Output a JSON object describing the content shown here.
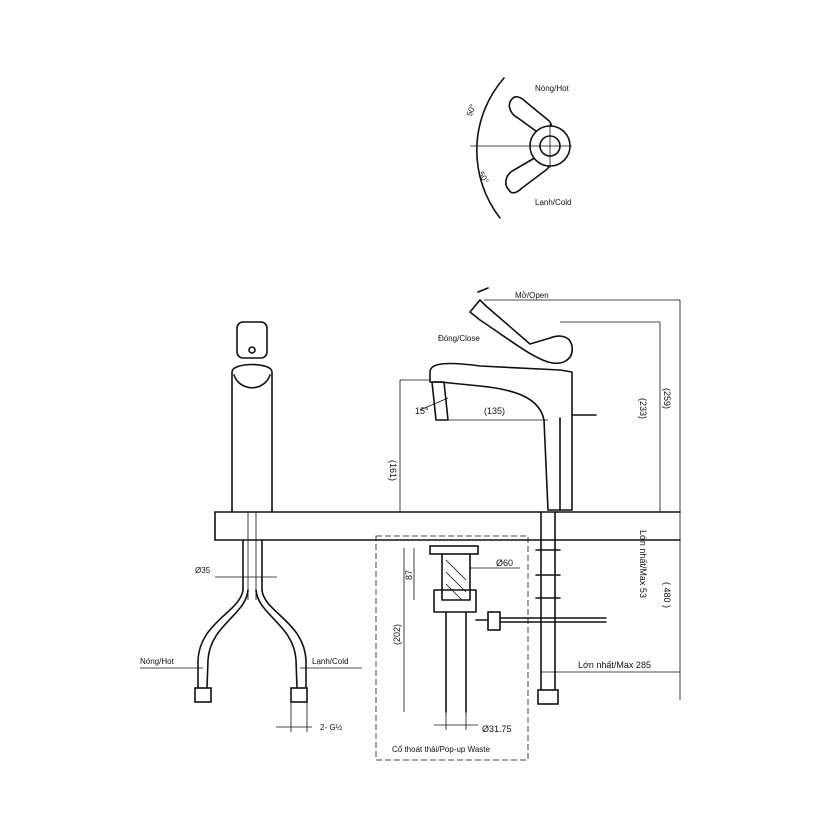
{
  "labels": {
    "hot_top": "Nóng/Hot",
    "cold_top": "Lạnh/Cold",
    "angle_hot": "50°",
    "angle_cold": "50°",
    "open": "Mở/Open",
    "close": "Đóng/Close",
    "tilt": "15°",
    "reach": "(135)",
    "height_161": "(161)",
    "height_233": "(233)",
    "height_259": "(259)",
    "max53": "Lớn nhất/Max 53",
    "dim480": "( 480 )",
    "max285": "Lớn nhất/Max 285",
    "dia35": "Ø35",
    "hot_left": "Nóng/Hot",
    "cold_left": "Lạnh/Cold",
    "thread": "2- G½",
    "dia60": "Ø60",
    "dim87": "87",
    "dim202": "(202)",
    "dia3175": "Ø31.75",
    "popup": "Cổ thoát thải/Pop-up Waste"
  }
}
